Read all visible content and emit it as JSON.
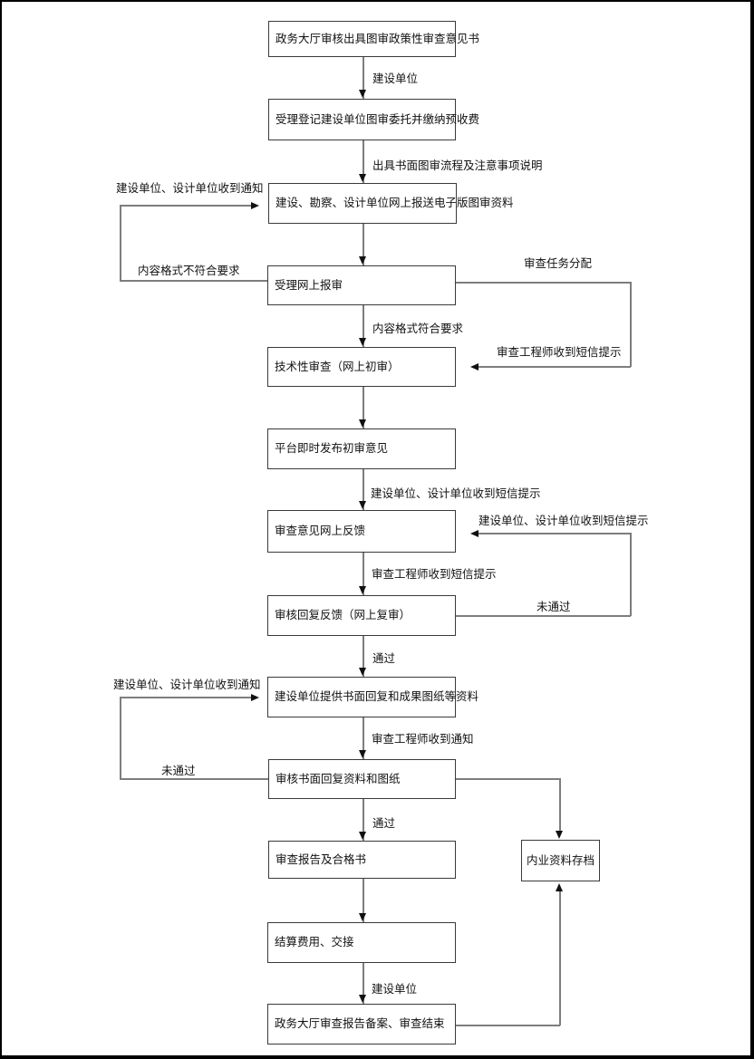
{
  "diagram": {
    "type": "flowchart",
    "language": "zh-CN",
    "colors": {
      "background": "#ffffff",
      "frame": "#000000",
      "box_border": "#3a3a3a",
      "line": "#7d7d7d",
      "arrowhead": "#111111",
      "text": "#111111"
    },
    "nodes": [
      {
        "id": "policy-opinion",
        "label": "政务大厅审核出具图审政策性审查意见书"
      },
      {
        "id": "registration",
        "label": "受理登记建设单位图审委托并缴纳预收费"
      },
      {
        "id": "online-submission",
        "label": "建设、勘察、设计单位网上报送电子版图审资料"
      },
      {
        "id": "accept-online",
        "label": "受理网上报审"
      },
      {
        "id": "technical-review",
        "label": "技术性审查（网上初审）"
      },
      {
        "id": "publish-opinion",
        "label": "平台即时发布初审意见"
      },
      {
        "id": "feedback-online",
        "label": "审查意见网上反馈"
      },
      {
        "id": "reply-review",
        "label": "审核回复反馈（网上复审）"
      },
      {
        "id": "provide-written-reply",
        "label": "建设单位提供书面回复和成果图纸等资料"
      },
      {
        "id": "verify-written-reply",
        "label": "审核书面回复资料和图纸"
      },
      {
        "id": "report-certificate",
        "label": "审查报告及合格书"
      },
      {
        "id": "settle-fees",
        "label": "结算费用、交接"
      },
      {
        "id": "filing-end",
        "label": "政务大厅审查报告备案、审查结束"
      },
      {
        "id": "archive",
        "label": "内业资料存档"
      }
    ],
    "edge_labels": [
      {
        "id": "l-jsdw-1",
        "text": "建设单位"
      },
      {
        "id": "l-written-process",
        "text": "出具书面图审流程及注意事项说明"
      },
      {
        "id": "l-format-ok",
        "text": "内容格式符合要求"
      },
      {
        "id": "l-sms-units",
        "text": "建设单位、设计单位收到短信提示"
      },
      {
        "id": "l-sms-engineer-1",
        "text": "审查工程师收到短信提示"
      },
      {
        "id": "l-pass-1",
        "text": "通过"
      },
      {
        "id": "l-notice-engineer",
        "text": "审查工程师收到通知"
      },
      {
        "id": "l-pass-2",
        "text": "通过"
      },
      {
        "id": "l-jsdw-2",
        "text": "建设单位"
      },
      {
        "id": "l-notice-units-1",
        "text": "建设单位、设计单位收到通知"
      },
      {
        "id": "l-format-bad",
        "text": "内容格式不符合要求"
      },
      {
        "id": "l-notice-units-2",
        "text": "建设单位、设计单位收到通知"
      },
      {
        "id": "l-fail-left",
        "text": "未通过"
      },
      {
        "id": "l-task-assign",
        "text": "审查任务分配"
      },
      {
        "id": "l-sms-engineer-2",
        "text": "审查工程师收到短信提示"
      },
      {
        "id": "l-sms-units-2",
        "text": "建设单位、设计单位收到短信提示"
      },
      {
        "id": "l-fail-right",
        "text": "未通过"
      }
    ]
  }
}
